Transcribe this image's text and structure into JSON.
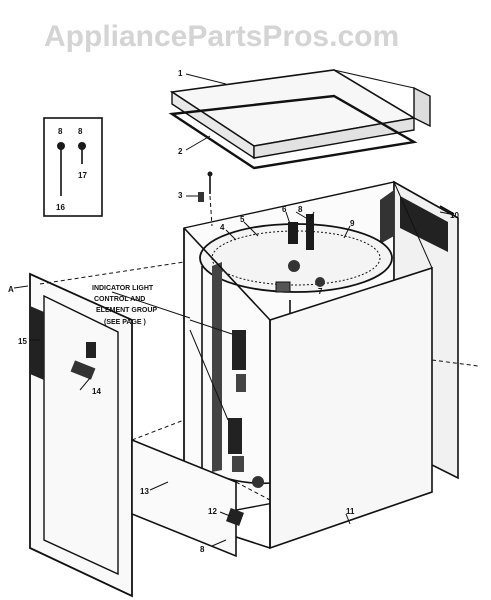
{
  "watermark": "AppliancePartsPros.com",
  "callout_note": {
    "line1": "INDICATOR LIGHT",
    "line2": "CONTROL AND",
    "line3": "ELEMENT GROUP",
    "line4": "(SEE PAGE    )"
  },
  "inset_labels": {
    "a": "8",
    "b": "8",
    "c": "17",
    "d": "16"
  },
  "part_labels": {
    "p1": "1",
    "p2": "2",
    "p3": "3",
    "p4": "4",
    "p5": "5",
    "p6": "6",
    "p7": "7",
    "p8": "8",
    "p9": "9",
    "p10": "10",
    "p11": "11",
    "p12": "12",
    "p13": "13",
    "p14": "14",
    "p15": "15",
    "pA": "A"
  }
}
